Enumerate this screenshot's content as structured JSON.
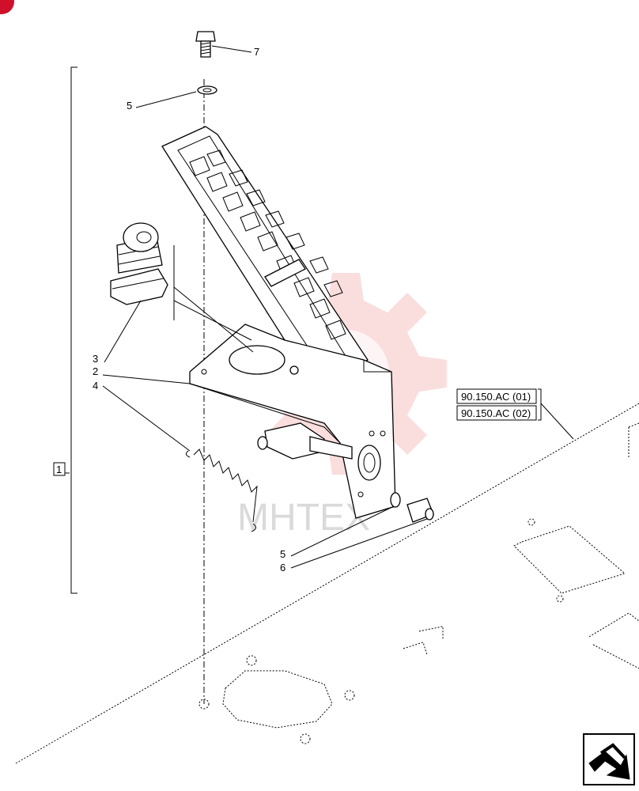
{
  "callouts": {
    "c7": "7",
    "c5_top": "5",
    "c3": "3",
    "c2": "2",
    "c4": "4",
    "c1": "1",
    "c5_bottom": "5",
    "c6": "6"
  },
  "references": {
    "ref1": "90.150.AC (01)",
    "ref2": "90.150.AC (02)"
  },
  "watermark": "MHTEX",
  "colors": {
    "watermark_gear": "#f4b6b6",
    "corner_badge": "#d0102a"
  },
  "icons": {
    "nav": "arrow-view-icon"
  }
}
